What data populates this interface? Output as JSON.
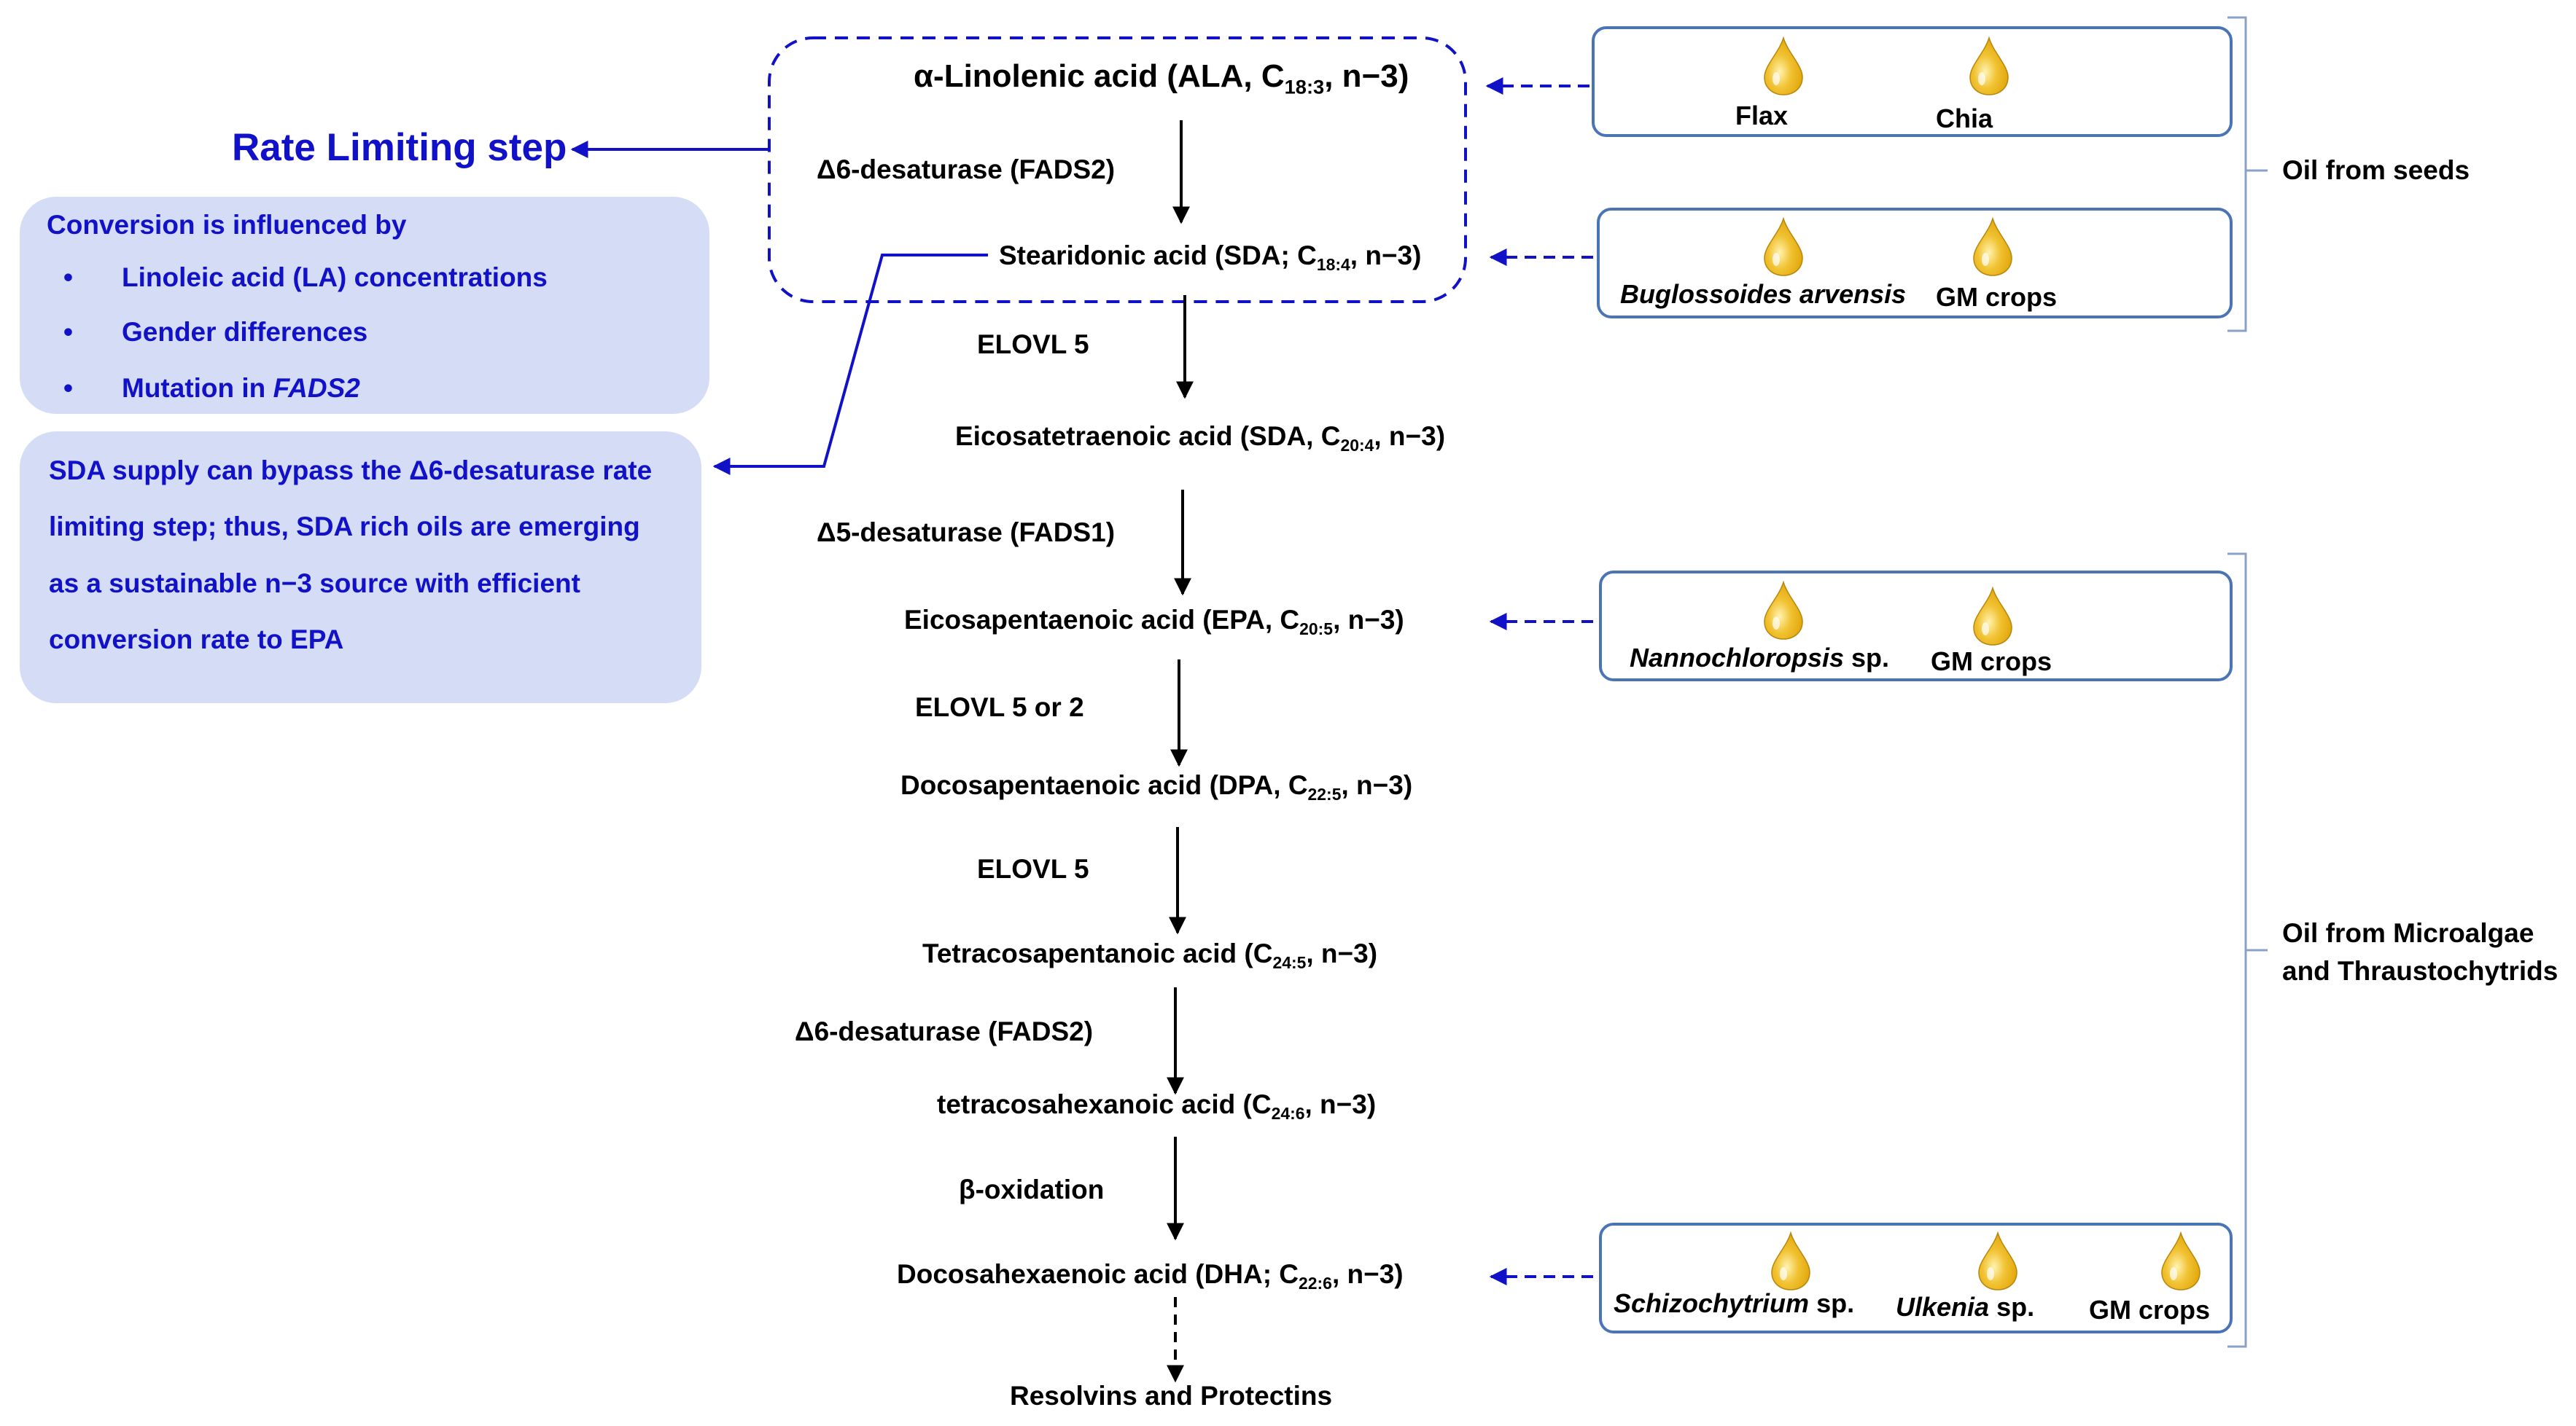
{
  "pathway": {
    "ala": {
      "prefix": "α-Linolenic acid (ALA, C",
      "sub": "18:3",
      "suffix": ", n−3)"
    },
    "sda": {
      "prefix": "Stearidonic acid (SDA; C",
      "sub": "18:4",
      "suffix": ", n−3)"
    },
    "eta": {
      "prefix": "Eicosatetraenoic acid (SDA, C",
      "sub": "20:4",
      "suffix": ", n−3)"
    },
    "epa": {
      "prefix": "Eicosapentaenoic acid (EPA, C",
      "sub": "20:5",
      "suffix": ", n−3)"
    },
    "dpa": {
      "prefix": "Docosapentaenoic acid (DPA, C",
      "sub": "22:5",
      "suffix": ", n−3)"
    },
    "tpa": {
      "prefix": "Tetracosapentanoic acid (C",
      "sub": "24:5",
      "suffix": ", n−3)"
    },
    "tha": {
      "prefix": "tetracosahexanoic acid (C",
      "sub": "24:6",
      "suffix": ", n−3)"
    },
    "dha": {
      "prefix": "Docosahexaenoic acid (DHA; C",
      "sub": "22:6",
      "suffix": ", n−3)"
    },
    "resolvins": "Resolvins and Protectins"
  },
  "enzymes": {
    "d6_first": "Δ6-desaturase (FADS2)",
    "elovl5_first": "ELOVL 5",
    "d5": "Δ5-desaturase (FADS1)",
    "elovl52": "ELOVL 5 or 2",
    "elovl5_second": "ELOVL 5",
    "d6_second": "Δ6-desaturase (FADS2)",
    "beta_ox": "β-oxidation"
  },
  "rate_limiting": "Rate Limiting step",
  "panel_influence": {
    "heading": "Conversion is influenced by",
    "bullet": "•",
    "item1": "Linoleic acid (LA) concentrations",
    "item2": "Gender differences",
    "item3_prefix": "Mutation in ",
    "item3_italic": "FADS2"
  },
  "panel_sda": {
    "line1": "SDA supply can bypass the Δ6-desaturase rate",
    "line2": "limiting step; thus, SDA rich oils are emerging",
    "line3": "as a sustainable n−3 source with efficient",
    "line4": "conversion rate to EPA"
  },
  "sources": {
    "seed1": {
      "a": "Flax",
      "b": "Chia"
    },
    "seed2": {
      "a_italic": "Buglossoides arvensis",
      "b": "GM crops"
    },
    "algae1": {
      "a_italic": "Nannochloropsis",
      "a_rest": " sp.",
      "b": "GM crops"
    },
    "algae2": {
      "a_italic": "Schizochytrium",
      "a_rest": " sp.",
      "b_italic": "Ulkenia",
      "b_rest": " sp.",
      "c": "GM crops"
    }
  },
  "brackets": {
    "seeds": "Oil from seeds",
    "algae_line1": "Oil from Microalgae",
    "algae_line2": "and Thraustochytrids"
  },
  "colors": {
    "accent_blue": "#1111c8",
    "panel_fill": "#d5dcf6",
    "box_border": "#4a74b4",
    "drop_gold": "#e2a80c"
  }
}
